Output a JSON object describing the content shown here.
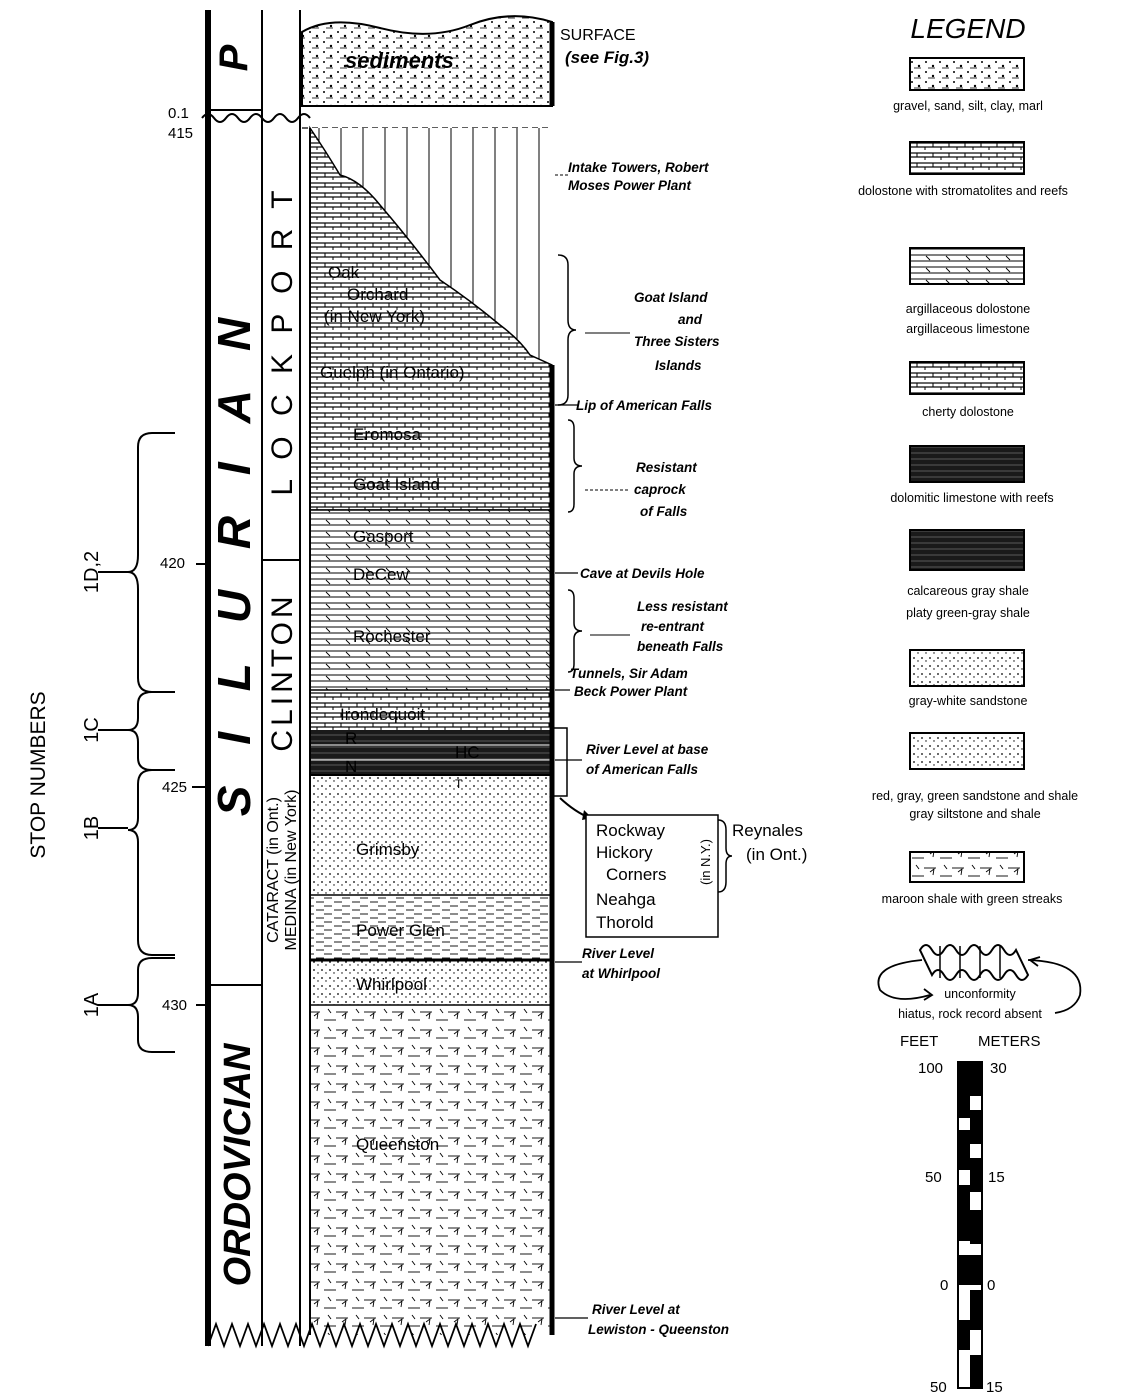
{
  "periods": {
    "silurian": "S I L U R I A N",
    "pleistocene": "P",
    "ordovician": "ORDOVICIAN"
  },
  "groups": {
    "lockport": "L O C K P O R T",
    "clinton": "CLINTON",
    "cataract": "CATARACT (in Ont.)",
    "medina": "MEDINA (in New York)"
  },
  "column_labels": {
    "surface": "SURFACE",
    "see_fig": "(see Fig.3)",
    "depth_top": "0.1",
    "depth_415": "415",
    "depth_420": "420",
    "depth_425": "425",
    "depth_430": "430"
  },
  "formations": {
    "sediments": "sediments",
    "oak": "Oak",
    "orchard": "Orchard",
    "in_ny": "(in New York)",
    "guelph": "Guelph (in Ontario)",
    "eromosa": "Eromosa",
    "goat_island": "Goat Island",
    "gasport": "Gasport",
    "decew": "DeCew",
    "rochester": "Rochester",
    "irondequoit": "Irondequoit",
    "r": "R",
    "hc": "HC",
    "n": "N",
    "t": "T",
    "grimsby": "Grimsby",
    "power_glen": "Power Glen",
    "whirlpool": "Whirlpool",
    "queenston": "Queenston"
  },
  "reynales_box": {
    "items": [
      "Rockway",
      "Hickory",
      "Corners",
      "Neahga",
      "Thorold"
    ],
    "in_ny": "(in N.Y.)",
    "reynales": "Reynales",
    "in_ont": "(in Ont.)"
  },
  "notes": {
    "intake_1": "Intake Towers, Robert",
    "intake_2": "Moses Power Plant",
    "goat_1": "Goat Island",
    "goat_2": "and",
    "goat_3": "Three Sisters",
    "goat_4": "Islands",
    "lip": "Lip of American Falls",
    "resist_1": "Resistant",
    "resist_2": "caprock",
    "resist_3": "of Falls",
    "cave": "Cave at Devils Hole",
    "less_1": "Less resistant",
    "less_2": "re-entrant",
    "less_3": "beneath Falls",
    "tunnels_1": "Tunnels, Sir Adam",
    "tunnels_2": "Beck Power Plant",
    "river_base_1": "River Level at base",
    "river_base_2": "of American Falls",
    "river_whirl_1": "River Level",
    "river_whirl_2": "at Whirlpool",
    "river_lew_1": "River Level at",
    "river_lew_2": "Lewiston - Queenston"
  },
  "stops": {
    "title": "STOP NUMBERS",
    "items": [
      "1D,2",
      "1C",
      "1B",
      "1A"
    ]
  },
  "legend": {
    "title": "LEGEND",
    "items": [
      {
        "line1": "gravel, sand, silt, clay, marl",
        "line2": ""
      },
      {
        "line1": "dolostone with stromatolites and reefs",
        "line2": ""
      },
      {
        "line1": "argillaceous dolostone",
        "line2": "argillaceous limestone"
      },
      {
        "line1": "cherty dolostone",
        "line2": ""
      },
      {
        "line1": "dolomitic limestone with reefs",
        "line2": ""
      },
      {
        "line1": "calcareous gray shale",
        "line2": "platy green-gray shale"
      },
      {
        "line1": "gray-white sandstone",
        "line2": ""
      },
      {
        "line1": "red, gray, green sandstone and shale",
        "line2": "gray siltstone and shale"
      },
      {
        "line1": "maroon shale with green streaks",
        "line2": ""
      }
    ],
    "unconformity_1": "unconformity",
    "unconformity_2": "hiatus, rock record absent"
  },
  "scale": {
    "feet": "FEET",
    "meters": "METERS",
    "f100": "100",
    "m30": "30",
    "f50": "50",
    "m15": "15",
    "f0": "0",
    "m0": "0",
    "fneg50": "50",
    "mneg15": "15"
  }
}
